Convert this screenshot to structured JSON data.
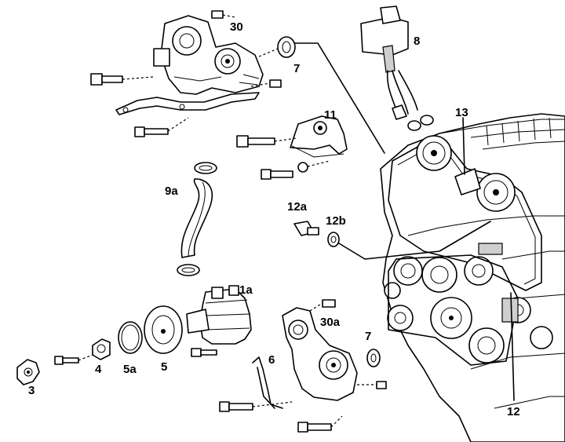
{
  "callouts": {
    "c30": "30",
    "c8": "8",
    "c7_top": "7",
    "c11": "11",
    "c13": "13",
    "c9a": "9a",
    "c12a": "12a",
    "c12b": "12b",
    "c1a": "1a",
    "c30a": "30a",
    "c7_bottom": "7",
    "c6": "6",
    "c3": "3",
    "c4": "4",
    "c5a": "5a",
    "c5": "5",
    "c12": "12"
  },
  "colors": {
    "ink": "#000000",
    "paper": "#ffffff"
  }
}
